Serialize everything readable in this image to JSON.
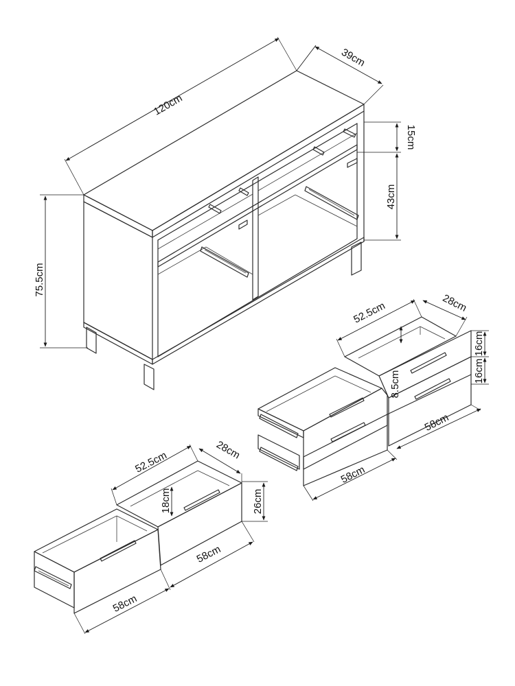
{
  "sideboard": {
    "width": "120cm",
    "depth": "39cm",
    "height": "75.5cm",
    "top_drawer_height": "15cm",
    "bottom_compartment_height": "43cm"
  },
  "drawer_set_a": {
    "inner_width": "52.5cm",
    "inner_depth": "28cm",
    "box_height_upper": "16cm",
    "box_height_lower": "16cm",
    "inner_height": "8.5cm",
    "length_front": "58cm",
    "length_back": "58cm"
  },
  "drawer_set_b": {
    "inner_width": "52.5cm",
    "inner_depth": "28cm",
    "inner_height": "18cm",
    "front_height": "26cm",
    "length_front": "58cm",
    "length_back": "58cm"
  }
}
